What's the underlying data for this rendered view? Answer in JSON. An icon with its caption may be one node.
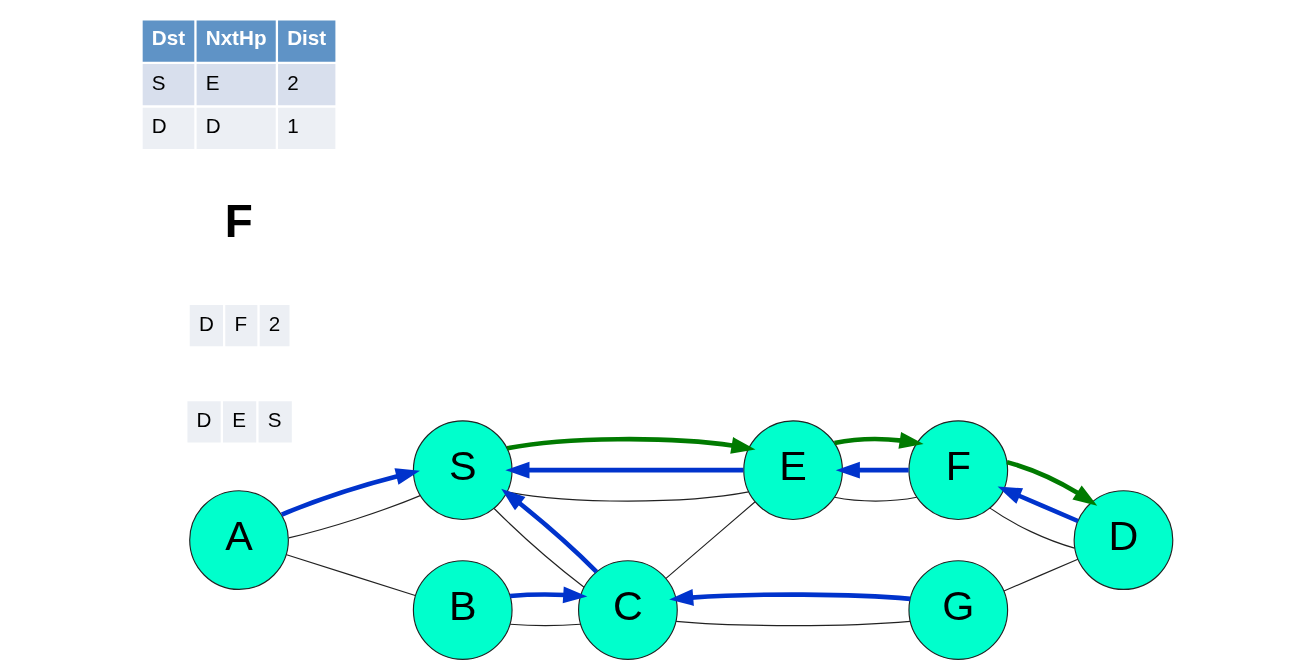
{
  "diagram": {
    "nodes": [
      {
        "text": [
          "S"
        ]
      },
      {
        "text": [
          "E"
        ]
      },
      {
        "text": [
          "F"
        ]
      },
      {
        "text": [
          "A"
        ]
      },
      {
        "text": [
          "C"
        ]
      },
      {
        "text": [
          "G"
        ]
      },
      {
        "text": [
          "D"
        ]
      },
      {
        "text": [
          "B"
        ]
      }
    ],
    "edges": [
      {
        "from": 3,
        "to": 0,
        "arrow": "none"
      },
      {
        "from": 3,
        "to": 7,
        "arrow": "none"
      },
      {
        "from": 0,
        "to": 1,
        "arrow": "none"
      },
      {
        "from": 0,
        "to": 4,
        "arrow": "none"
      },
      {
        "from": 4,
        "to": 1,
        "arrow": "none"
      },
      {
        "from": 7,
        "to": 4,
        "arrow": "none"
      },
      {
        "from": 4,
        "to": 5,
        "arrow": "none"
      },
      {
        "from": 5,
        "to": 6,
        "arrow": "none"
      },
      {
        "from": 1,
        "to": 2,
        "arrow": "none"
      },
      {
        "from": 2,
        "to": 6,
        "arrow": "none"
      },
      {
        "from": 3,
        "to": 0,
        "arrow": "to",
        "style": "thick",
        "color": "#0033cc"
      },
      {
        "from": 7,
        "to": 4,
        "arrow": "to",
        "style": "thick",
        "color": "#0033cc"
      },
      {
        "from": 4,
        "to": 0,
        "arrow": "to",
        "style": "thick",
        "color": "#0033cc"
      },
      {
        "from": 1,
        "to": 0,
        "arrow": "to",
        "style": "thick",
        "color": "#0033cc"
      },
      {
        "from": 2,
        "to": 1,
        "arrow": "to",
        "style": "thick",
        "color": "#0033cc"
      },
      {
        "from": 6,
        "to": 2,
        "arrow": "to",
        "style": "thick",
        "color": "#0033cc"
      },
      {
        "from": 5,
        "to": 4,
        "arrow": "to",
        "style": "thick",
        "color": "#0033cc"
      },
      {
        "from": 0,
        "to": 1,
        "arrow": "to",
        "style": "thick",
        "color": "#007a00"
      },
      {
        "from": 1,
        "to": 2,
        "arrow": "to",
        "style": "thick",
        "color": "#007a00"
      },
      {
        "from": 2,
        "to": 6,
        "arrow": "to",
        "style": "thick",
        "color": "#007a00"
      }
    ],
    "labels": [
      "D",
      "E",
      "S",
      "D",
      "F",
      "2",
      "F",
      "Dst",
      "NxtHp",
      "Dist",
      "S",
      "E",
      "2",
      "D",
      "D",
      "1"
    ]
  }
}
